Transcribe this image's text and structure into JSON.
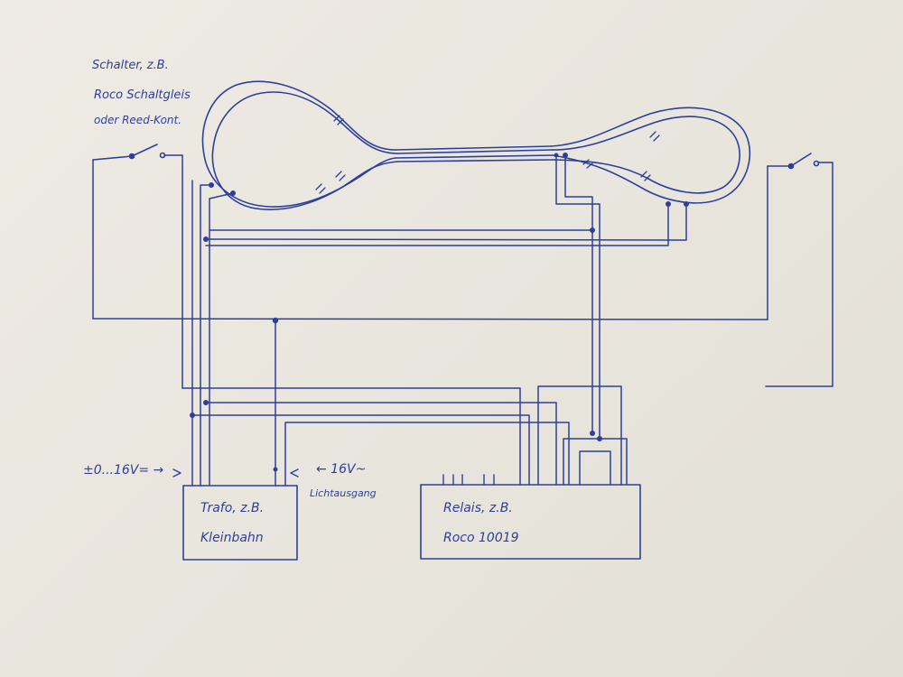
{
  "labels": {
    "switch_label": {
      "line1": "Schalter, z.B.",
      "line2": "Roco Schaltgleis",
      "line3": "oder Reed-Kont."
    },
    "dc_input": "±0...16V= →",
    "ac_output_value": "← 16V~",
    "ac_output_caption": "Lichtausgang"
  },
  "components": {
    "transformer": {
      "line1": "Trafo, z.B.",
      "line2": "Kleinbahn"
    },
    "relay": {
      "line1": "Relais, z.B.",
      "line2": "Roco 10019"
    }
  },
  "colors": {
    "ink": "#2e3f9a",
    "paper": "#ece9e1"
  }
}
